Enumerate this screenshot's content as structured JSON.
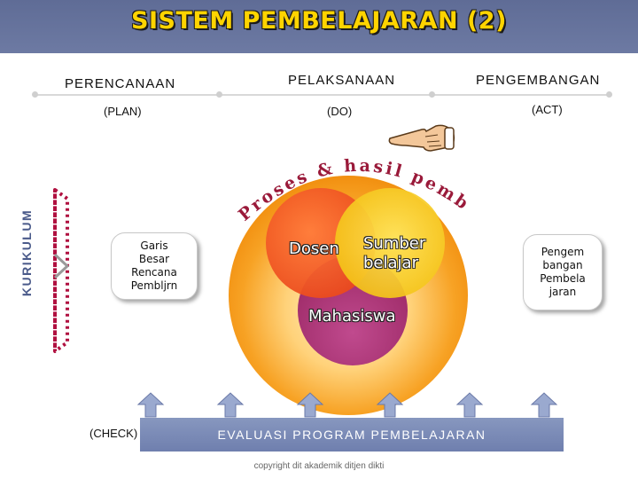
{
  "title": "SISTEM PEMBELAJARAN (2)",
  "stages": [
    {
      "label": "PERENCANAAN",
      "sub": "(PLAN)"
    },
    {
      "label": "PELAKSANAAN",
      "sub": "(DO)"
    },
    {
      "label": "PENGEMBANGAN",
      "sub": "(ACT)"
    }
  ],
  "side_label": "KURIKULUM",
  "arc_text": "Proses & hasil pembelajaran",
  "plan_box": [
    "Garis",
    "Besar",
    "Rencana",
    "Pembljrn"
  ],
  "act_box": [
    "Pengem",
    "bangan",
    "Pembela",
    "jaran"
  ],
  "venn": {
    "dosen": "Dosen",
    "sumber": [
      "Sumber",
      "belajar"
    ],
    "mahasiswa": "Mahasiswa"
  },
  "check_label": "(CHECK)",
  "evaluation": "EVALUASI PROGRAM PEMBELAJARAN",
  "copyright": "copyright dit akademik ditjen dikti",
  "colors": {
    "header": "#6570a0",
    "title": "#ffd400",
    "dosen": "#e8481c",
    "sumber": "#f5c400",
    "mahasiswa": "#a4306f",
    "outer_circle": "#f39a1a",
    "dotted_arc": "#b01040",
    "eval_bar": "#7a8ab5"
  }
}
